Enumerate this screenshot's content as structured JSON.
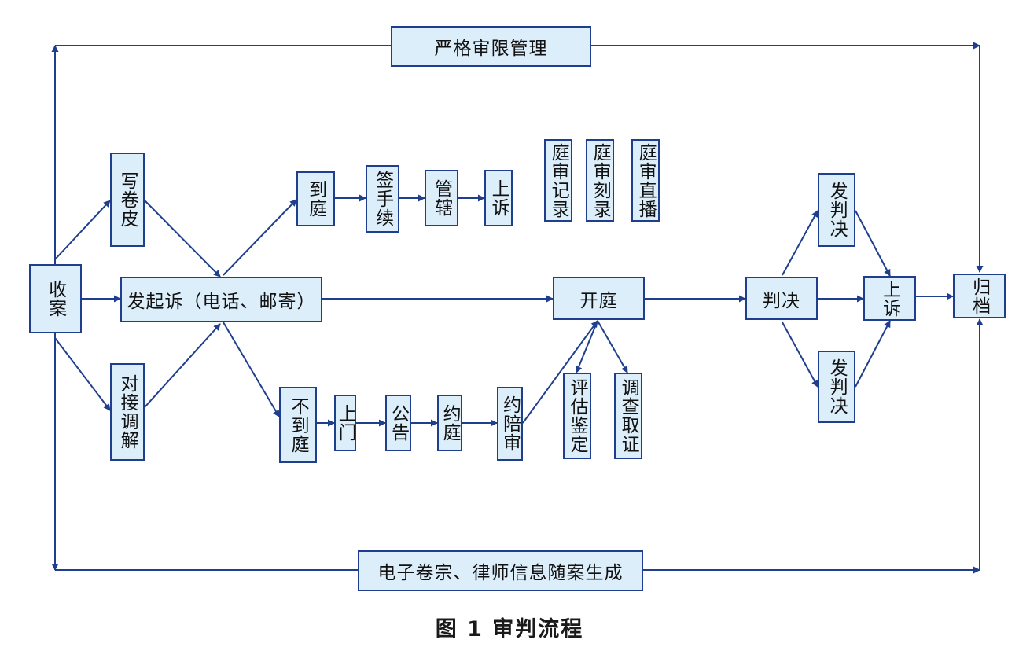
{
  "colors": {
    "box_fill": "#ddeefb",
    "line": "#1f3f8e",
    "text": "#111111"
  },
  "nodes": {
    "top_bar": "严格审限管理",
    "bottom_bar": "电子卷宗、律师信息随案生成",
    "intake": "收案",
    "write_cover": "写卷皮",
    "mediation": "对接调解",
    "file_suit": "发起诉（电话、邮寄）",
    "arrive": "到庭",
    "sign": "签手续",
    "jurisdiction": "管辖",
    "appeal_top": "上诉",
    "trial_record": "庭审记录",
    "trial_disc": "庭审刻录",
    "trial_live": "庭审直播",
    "absent": "不到庭",
    "door_visit": "上门",
    "notice": "公告",
    "schedule": "约庭",
    "jurors": "约陪审",
    "appraisal": "评估鉴定",
    "investigation": "调查取证",
    "hearing": "开庭",
    "judgment": "判决",
    "issue_top": "发判决",
    "issue_bottom": "发判决",
    "appeal": "上诉",
    "archive": "归档"
  },
  "caption": "图 1  审判流程"
}
